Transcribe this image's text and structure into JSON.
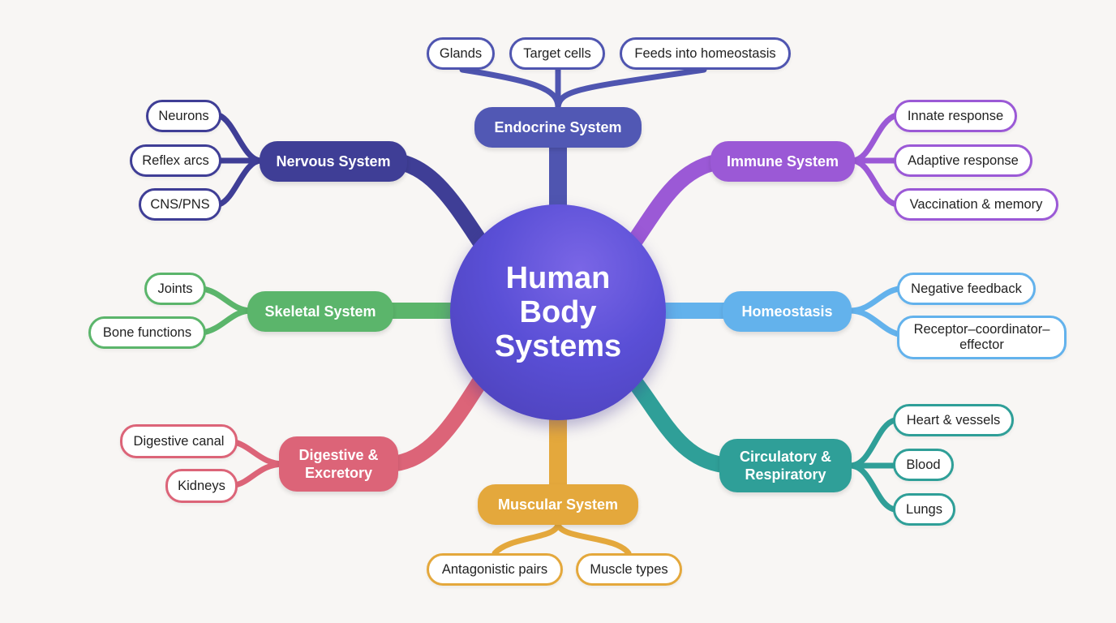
{
  "center": {
    "title": "Human Body Systems"
  },
  "colors": {
    "endocrine": "#4f55b0",
    "nervous": "#3f3e96",
    "immune": "#9b59d6",
    "homeostasis": "#63b2ec",
    "circulatory": "#2f9f98",
    "muscular": "#e4a83c",
    "digestive": "#dc6478",
    "skeletal": "#5bb56b"
  },
  "branches": {
    "endocrine": {
      "label": "Endocrine System",
      "leaves": [
        "Glands",
        "Target cells",
        "Feeds into homeostasis"
      ]
    },
    "nervous": {
      "label": "Nervous System",
      "leaves": [
        "Neurons",
        "Reflex arcs",
        "CNS/PNS"
      ]
    },
    "immune": {
      "label": "Immune System",
      "leaves": [
        "Innate response",
        "Adaptive response",
        "Vaccination & memory"
      ]
    },
    "skeletal": {
      "label": "Skeletal System",
      "leaves": [
        "Joints",
        "Bone functions"
      ]
    },
    "homeostasis": {
      "label": "Homeostasis",
      "leaves": [
        "Negative feedback",
        "Receptor–coordinator–effector"
      ]
    },
    "digestive": {
      "label": "Digestive & Excretory",
      "leaves": [
        "Digestive canal",
        "Kidneys"
      ]
    },
    "circulatory": {
      "label": "Circulatory & Respiratory",
      "leaves": [
        "Heart & vessels",
        "Blood",
        "Lungs"
      ]
    },
    "muscular": {
      "label": "Muscular System",
      "leaves": [
        "Antagonistic pairs",
        "Muscle types"
      ]
    }
  }
}
